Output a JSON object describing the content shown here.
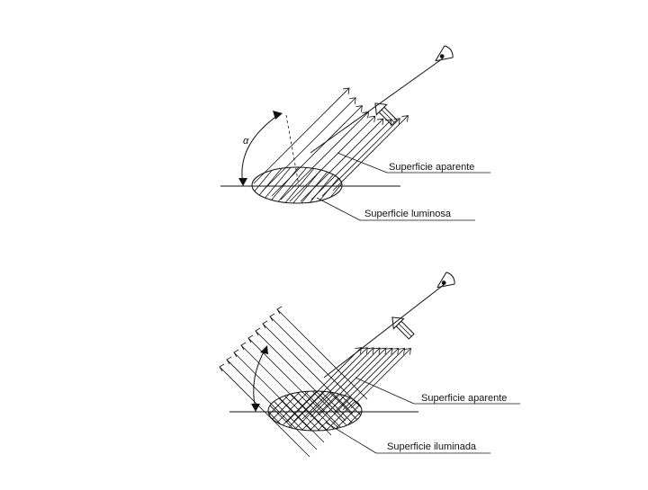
{
  "diagrams": [
    {
      "id": "top",
      "angle_symbol": "α",
      "labels": {
        "apparent_surface": "Superficie aparente",
        "luminous_surface": "Superficie luminosa"
      }
    },
    {
      "id": "bottom",
      "labels": {
        "apparent_surface": "Superficie aparente",
        "illuminated_surface": "Superficie iluminada"
      }
    }
  ]
}
